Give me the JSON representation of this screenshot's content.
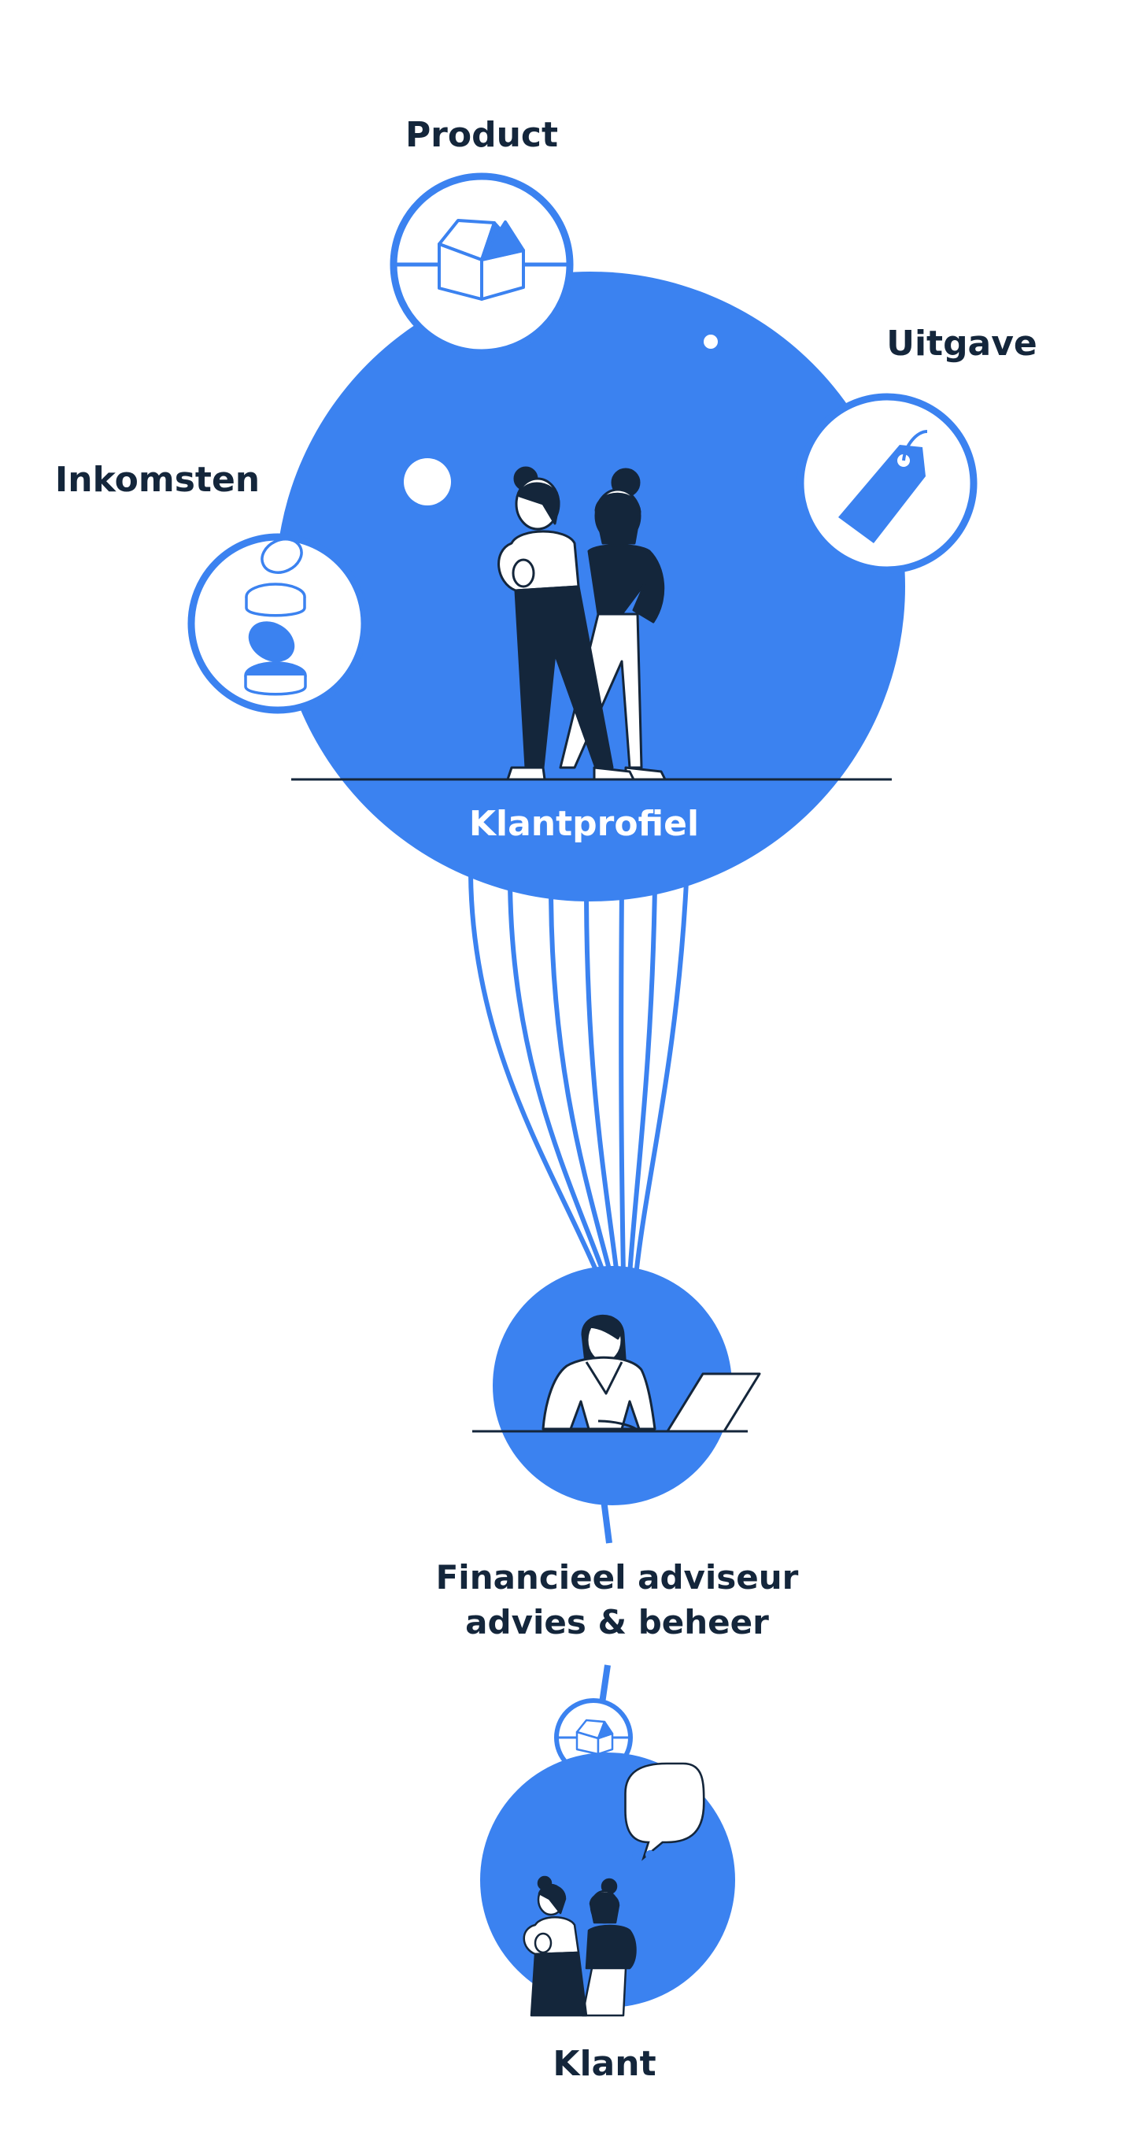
{
  "colors": {
    "accent": "#3b82f0",
    "ink": "#14263b",
    "white": "#ffffff"
  },
  "nodes": {
    "product": {
      "label": "Product",
      "icon": "house-icon"
    },
    "uitgave": {
      "label": "Uitgave",
      "icon": "price-tag-icon"
    },
    "inkomsten": {
      "label": "Inkomsten",
      "icon": "coins-icon"
    },
    "klantprofiel": {
      "label": "Klantprofiel",
      "icon": "two-women-icon"
    },
    "adviseur": {
      "label_line1": "Financieel adviseur",
      "label_line2": "advies & beheer",
      "icon": "woman-laptop-icon"
    },
    "klant": {
      "label": "Klant",
      "icon": "two-women-speech-bubble-icon"
    }
  }
}
